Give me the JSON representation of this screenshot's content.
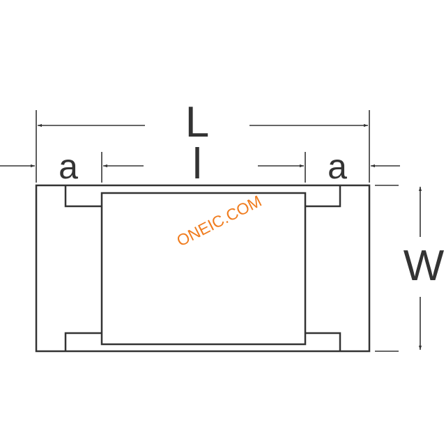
{
  "labels": {
    "length": "L",
    "inner_length": "l",
    "terminal_left": "a",
    "terminal_right": "a",
    "width": "W"
  },
  "watermark": "ONEIC.COM",
  "colors": {
    "line": "#333333",
    "watermark": "#f07c1e",
    "background": "#ffffff"
  }
}
